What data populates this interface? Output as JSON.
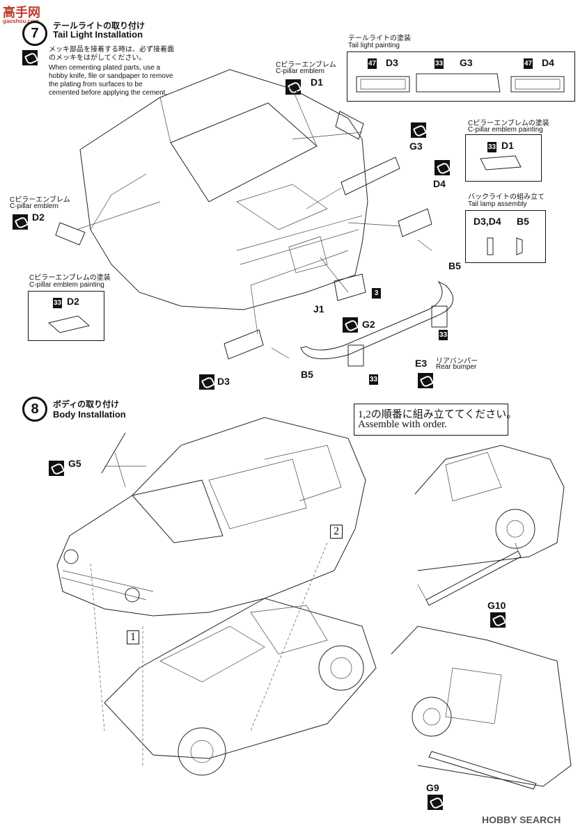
{
  "watermark_top": "高手网",
  "watermark_url": "gaoshou.com",
  "watermark_bottom": "HOBBY SEARCH",
  "step7": {
    "number": "7",
    "title_jp": "テールライトの取り付け",
    "title_en": "Tail Light Installation",
    "note_jp": "メッキ部品を接着する時は、必ず接着面のメッキをはがしてください。",
    "note_en": "When cementing plated parts, use a hobby knife, file or sandpaper to remove the plating from surfaces to be cemented before applying the cement.",
    "c_pillar_jp": "Cピラーエンブレム",
    "c_pillar_en": "C-pillar emblem",
    "c_pillar_paint_jp": "Cピラーエンブレムの塗装",
    "c_pillar_paint_en": "C-pillar emblem painting",
    "tail_paint_jp": "テールライトの塗装",
    "tail_paint_en": "Tail light painting",
    "tail_lamp_jp": "バックライトの組み立て",
    "tail_lamp_en": "Tail lamp assembly",
    "rear_bumper_jp": "リアバンパー",
    "rear_bumper_en": "Rear bumper",
    "parts": {
      "d1": "D1",
      "d2": "D2",
      "d3": "D3",
      "d4": "D4",
      "g2": "G2",
      "g3": "G3",
      "e3": "E3",
      "j1": "J1",
      "b5": "B5",
      "d3d4": "D3,D4"
    },
    "paint_codes": {
      "p47": "47",
      "p33": "33",
      "p3": "3"
    }
  },
  "step8": {
    "number": "8",
    "title_jp": "ボディの取り付け",
    "title_en": "Body Installation",
    "order_jp": "1,2の順番に組み立ててください。",
    "order_en": "Assemble with order.",
    "order_1": "1",
    "order_2": "2",
    "parts": {
      "g5": "G5",
      "g9": "G9",
      "g10": "G10"
    }
  }
}
